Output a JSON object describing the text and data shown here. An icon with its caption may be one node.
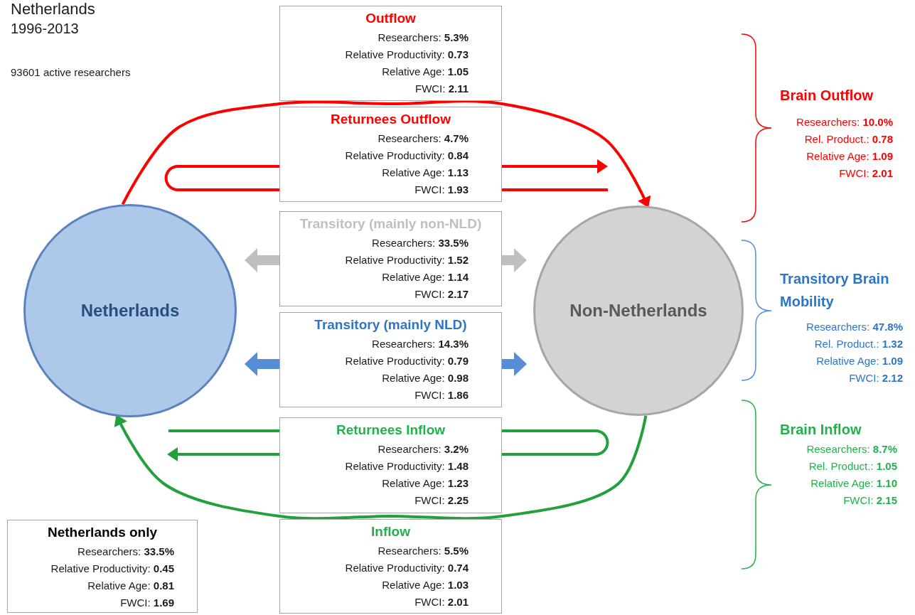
{
  "diagram": {
    "title": "Netherlands",
    "nodes": [
      {
        "text": [
          "Netherlands"
        ]
      },
      {
        "text": [
          "Non-Netherlands"
        ]
      },
      {
        "text": [
          "Outflow",
          "Researchers: **5.3%**",
          "Relative Productivity: **0.73**",
          "Relative Age: **1.05**",
          "FWCI: **2.11**"
        ]
      },
      {
        "text": [
          "Returnees Outflow",
          "Researchers: **4.7%**",
          "Relative Productivity: **0.84**",
          "Relative Age: **1.13**",
          "FWCI: **1.93**"
        ]
      },
      {
        "text": [
          "Transitory (mainly non-NLD)",
          "Researchers: **33.5%**",
          "Relative Productivity: **1.52**",
          "Relative Age: **1.14**",
          "FWCI: **2.17**"
        ]
      },
      {
        "text": [
          "Transitory (mainly NLD)",
          "Researchers: **14.3%**",
          "Relative Productivity: **0.79**",
          "Relative Age: **0.98**",
          "FWCI: **1.86**"
        ]
      },
      {
        "text": [
          "Returnees Inflow",
          "Researchers: **3.2%**",
          "Relative Productivity: **1.48**",
          "Relative Age: **1.23**",
          "FWCI: **2.25**"
        ]
      },
      {
        "text": [
          "Inflow",
          "Researchers: **5.5%**",
          "Relative Productivity: **0.74**",
          "Relative Age: **1.03**",
          "FWCI: **2.01**"
        ]
      },
      {
        "text": [
          "Netherlands only",
          "Researchers: **33.5%**",
          "Relative Productivity: **0.45**",
          "Relative Age: **0.81**",
          "FWCI: **1.69**"
        ]
      }
    ],
    "edges": [
      {
        "from": 0,
        "to": 1,
        "arrow": "to",
        "color": "#ff0000"
      },
      {
        "from": 3,
        "to": 3,
        "arrow": "none",
        "color": "#ff0000"
      },
      {
        "from": 3,
        "to": null,
        "arrow": "to",
        "color": "#ff0000"
      },
      {
        "from": 3,
        "to": null,
        "arrow": "none",
        "color": "#ff0000"
      },
      {
        "from": 4,
        "to": null,
        "arrow": "to",
        "style": "thick",
        "color": "#bfbfbf"
      },
      {
        "from": 4,
        "to": null,
        "arrow": "to",
        "style": "thick",
        "color": "#bfbfbf"
      },
      {
        "from": 5,
        "to": null,
        "arrow": "to",
        "style": "thick",
        "color": "#558ed5"
      },
      {
        "from": 5,
        "to": null,
        "arrow": "to",
        "style": "thick",
        "color": "#558ed5"
      },
      {
        "from": 6,
        "to": 6,
        "arrow": "none",
        "color": "#22a03c"
      },
      {
        "from": 6,
        "to": null,
        "arrow": "none",
        "color": "#22a03c"
      },
      {
        "from": 6,
        "to": null,
        "arrow": "to",
        "color": "#22a03c"
      },
      {
        "from": 1,
        "to": 0,
        "arrow": "to",
        "color": "#22a03c"
      }
    ],
    "labels": [
      "1996-2013",
      "93601 active researchers",
      "Brain Outflow",
      "Researchers: **10.0%**",
      "Rel. Product.: **0.78**",
      "Relative Age: **1.09**",
      "FWCI: **2.01**",
      "Transitory Brain Mobility",
      "Researchers: **47.8%**",
      "Rel. Product.: **1.32**",
      "Relative Age: **1.09**",
      "FWCI: **2.12**",
      "Brain Inflow",
      "Researchers: **8.7%**",
      "Rel. Product.: **1.05**",
      "Relative Age: **1.10**",
      "FWCI: **2.15**"
    ]
  }
}
